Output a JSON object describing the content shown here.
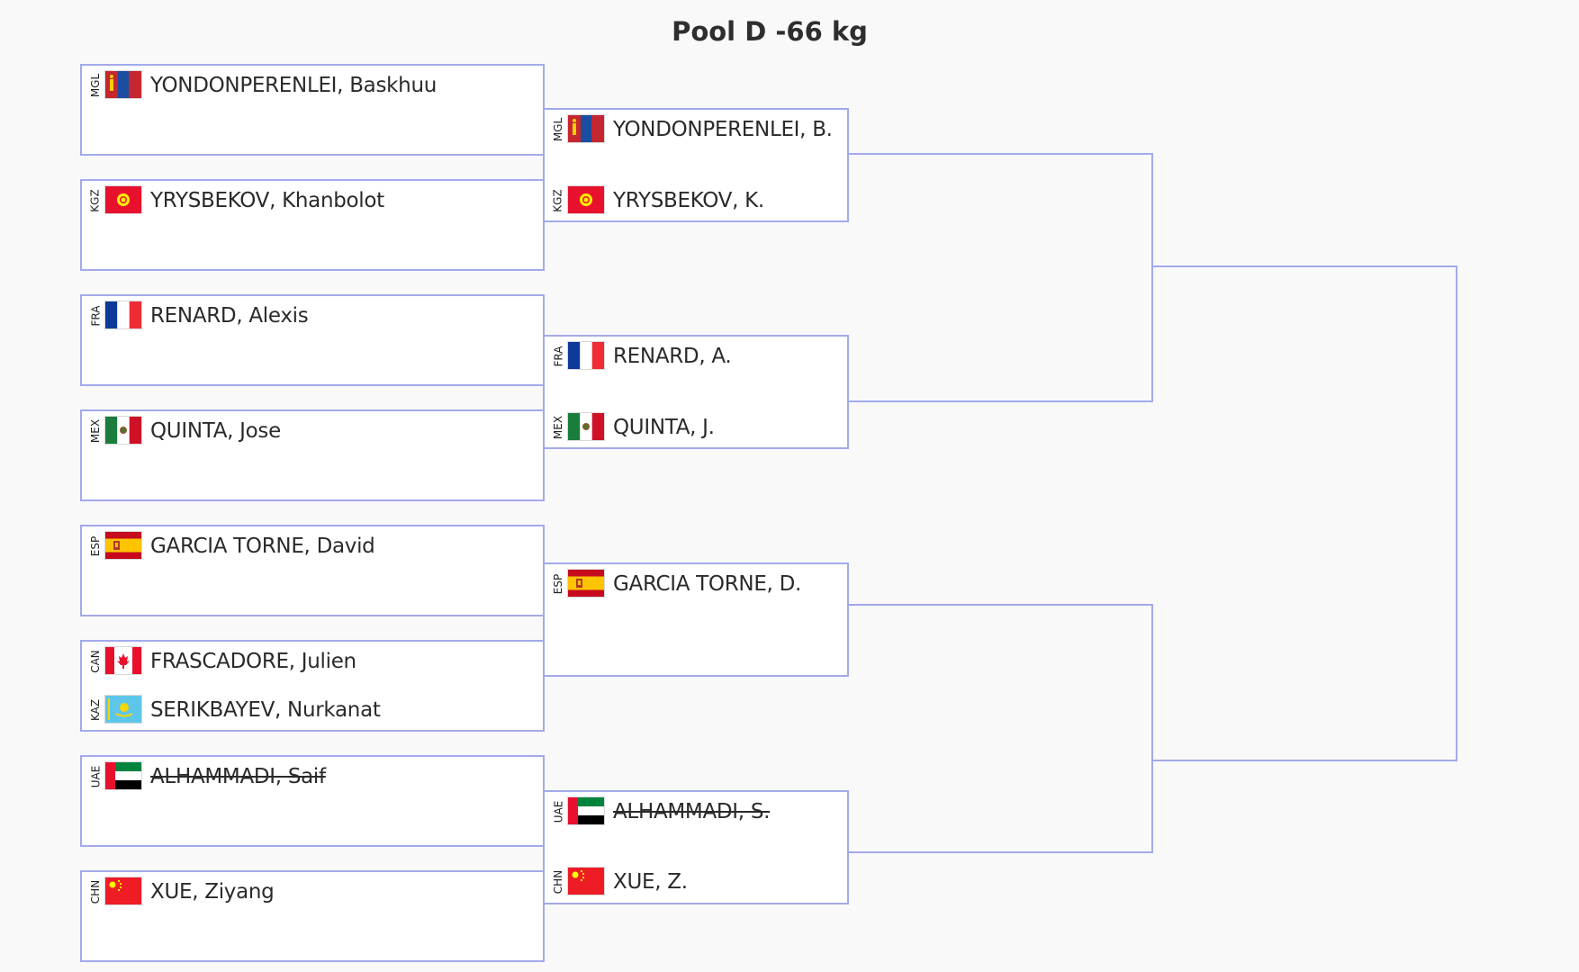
{
  "title": "Pool D -66 kg",
  "colors": {
    "border": "#a3aaea",
    "background": "#f9f9f9"
  },
  "round1": {
    "m1": {
      "a": {
        "code": "MGL",
        "name": "YONDONPERENLEI, Baskhuu",
        "flag": "mongolia-flag"
      }
    },
    "m2": {
      "a": {
        "code": "KGZ",
        "name": "YRYSBEKOV, Khanbolot",
        "flag": "kyrgyzstan-flag"
      }
    },
    "m3": {
      "a": {
        "code": "FRA",
        "name": "RENARD, Alexis",
        "flag": "france-flag"
      }
    },
    "m4": {
      "a": {
        "code": "MEX",
        "name": "QUINTA, Jose",
        "flag": "mexico-flag"
      }
    },
    "m5": {
      "a": {
        "code": "ESP",
        "name": "GARCIA TORNE, David",
        "flag": "spain-flag"
      }
    },
    "m6": {
      "a": {
        "code": "CAN",
        "name": "FRASCADORE, Julien",
        "flag": "canada-flag"
      },
      "b": {
        "code": "KAZ",
        "name": "SERIKBAYEV, Nurkanat",
        "flag": "kazakhstan-flag"
      }
    },
    "m7": {
      "a": {
        "code": "UAE",
        "name": "ALHAMMADI, Saif",
        "flag": "uae-flag",
        "struck": true
      }
    },
    "m8": {
      "a": {
        "code": "CHN",
        "name": "XUE, Ziyang",
        "flag": "china-flag"
      }
    }
  },
  "round2": {
    "m1": {
      "a": {
        "code": "MGL",
        "name": "YONDONPERENLEI, B.",
        "flag": "mongolia-flag"
      },
      "b": {
        "code": "KGZ",
        "name": "YRYSBEKOV, K.",
        "flag": "kyrgyzstan-flag"
      }
    },
    "m2": {
      "a": {
        "code": "FRA",
        "name": "RENARD, A.",
        "flag": "france-flag"
      },
      "b": {
        "code": "MEX",
        "name": "QUINTA, J.",
        "flag": "mexico-flag"
      }
    },
    "m3": {
      "a": {
        "code": "ESP",
        "name": "GARCIA TORNE, D.",
        "flag": "spain-flag"
      }
    },
    "m4": {
      "a": {
        "code": "UAE",
        "name": "ALHAMMADI, S.",
        "flag": "uae-flag",
        "struck": true
      },
      "b": {
        "code": "CHN",
        "name": "XUE, Z.",
        "flag": "china-flag"
      }
    }
  }
}
